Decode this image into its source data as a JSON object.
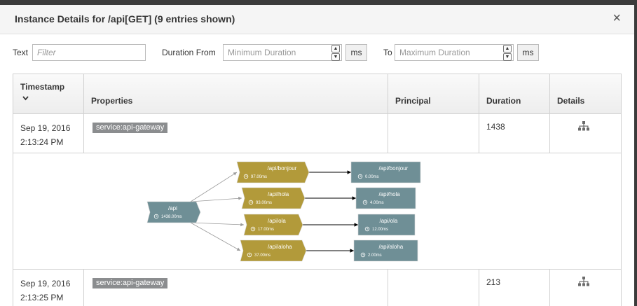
{
  "header": {
    "title": "Instance Details for /api[GET] (9 entries shown)",
    "close": "×"
  },
  "filters": {
    "text_label": "Text",
    "text_placeholder": "Filter",
    "duration_from_label": "Duration From",
    "min_placeholder": "Minimum Duration",
    "ms1": "ms",
    "to_label": "To",
    "max_placeholder": "Maximum Duration",
    "ms2": "ms"
  },
  "columns": {
    "timestamp": "Timestamp",
    "properties": "Properties",
    "principal": "Principal",
    "duration": "Duration",
    "details": "Details"
  },
  "rows": [
    {
      "date": "Sep 19, 2016",
      "time": "2:13:24 PM",
      "tag": "service:api-gateway",
      "principal": "",
      "duration": "1438"
    },
    {
      "date": "Sep 19, 2016",
      "time": "2:13:25 PM",
      "tag": "service:api-gateway",
      "principal": "",
      "duration": "213"
    }
  ],
  "trace": {
    "root": {
      "name": "/api",
      "time": "1438.00ms"
    },
    "calls": [
      {
        "name": "/api/bonjour",
        "time": "97.00ms",
        "child_name": "/api/bonjour",
        "child_time": "0.00ms"
      },
      {
        "name": "/api/hola",
        "time": "93.00ms",
        "child_name": "/api/hola",
        "child_time": "4.00ms"
      },
      {
        "name": "/api/ola",
        "time": "17.00ms",
        "child_name": "/api/ola",
        "child_time": "12.00ms"
      },
      {
        "name": "/api/aloha",
        "time": "37.00ms",
        "child_name": "/api/aloha",
        "child_time": "2.00ms"
      }
    ],
    "colors": {
      "gold": "#b29a3a",
      "teal": "#6f8f96",
      "line": "#9a9a9a"
    }
  },
  "icons": {
    "close": "close-icon",
    "sort": "chevron-down-icon",
    "details": "sitemap-icon",
    "clock": "clock-icon",
    "spin_up": "chevron-up-icon",
    "spin_down": "chevron-down-icon"
  }
}
